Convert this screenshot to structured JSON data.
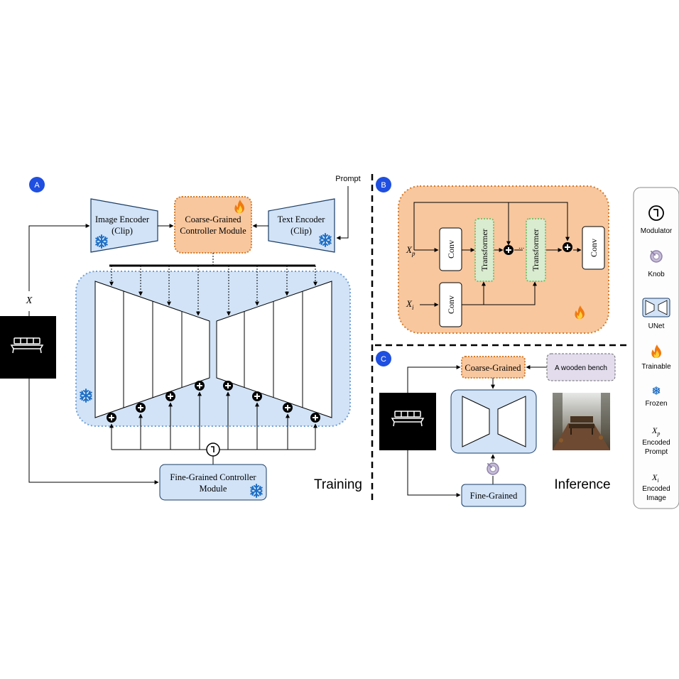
{
  "panels": {
    "a": {
      "badge": "A",
      "caption": "Training"
    },
    "b": {
      "badge": "B"
    },
    "c": {
      "badge": "C",
      "caption": "Inference"
    }
  },
  "training": {
    "prompt_label": "Prompt",
    "x_label": "X",
    "image_encoder": {
      "line1": "Image Encoder",
      "line2": "(Clip)"
    },
    "text_encoder": {
      "line1": "Text Encoder",
      "line2": "(Clip)"
    },
    "coarse_module": {
      "line1": "Coarse-Grained",
      "line2": "Controller Module"
    },
    "fine_module": {
      "line1": "Fine-Grained Controller",
      "line2": "Module"
    }
  },
  "block_b": {
    "xp": "X",
    "xp_sub": "p",
    "xi": "X",
    "xi_sub": "i",
    "conv_1": "Conv",
    "conv_2": "Conv",
    "conv_3": "Conv",
    "transformer_1": "Transformer",
    "transformer_2": "Transformer",
    "ellipsis": "..."
  },
  "inference": {
    "coarse": "Coarse-Grained",
    "fine": "Fine-Grained",
    "prompt_text": "A wooden bench"
  },
  "legend": {
    "modulator": "Modulator",
    "knob": "Knob",
    "unet": "UNet",
    "trainable": "Trainable",
    "frozen": "Frozen",
    "xp_sym": "X",
    "xp_sub": "p",
    "xp_label1": "Encoded",
    "xp_label2": "Prompt",
    "xi_sym": "X",
    "xi_sub": "i",
    "xi_label1": "Encoded",
    "xi_label2": "Image"
  },
  "colors": {
    "badge": "#1f4fe0",
    "frozen_fill": "#d2e3f7",
    "frozen_border": "#6fa0d8",
    "trainable_fill": "#f8c79e",
    "trainable_border": "#d47b2b",
    "transformer_fill": "#d9ecd0",
    "transformer_border": "#7cc070",
    "prompt_fill": "#e2dced",
    "snowflake": "#1f6fc4",
    "flame": "#f07a10"
  }
}
